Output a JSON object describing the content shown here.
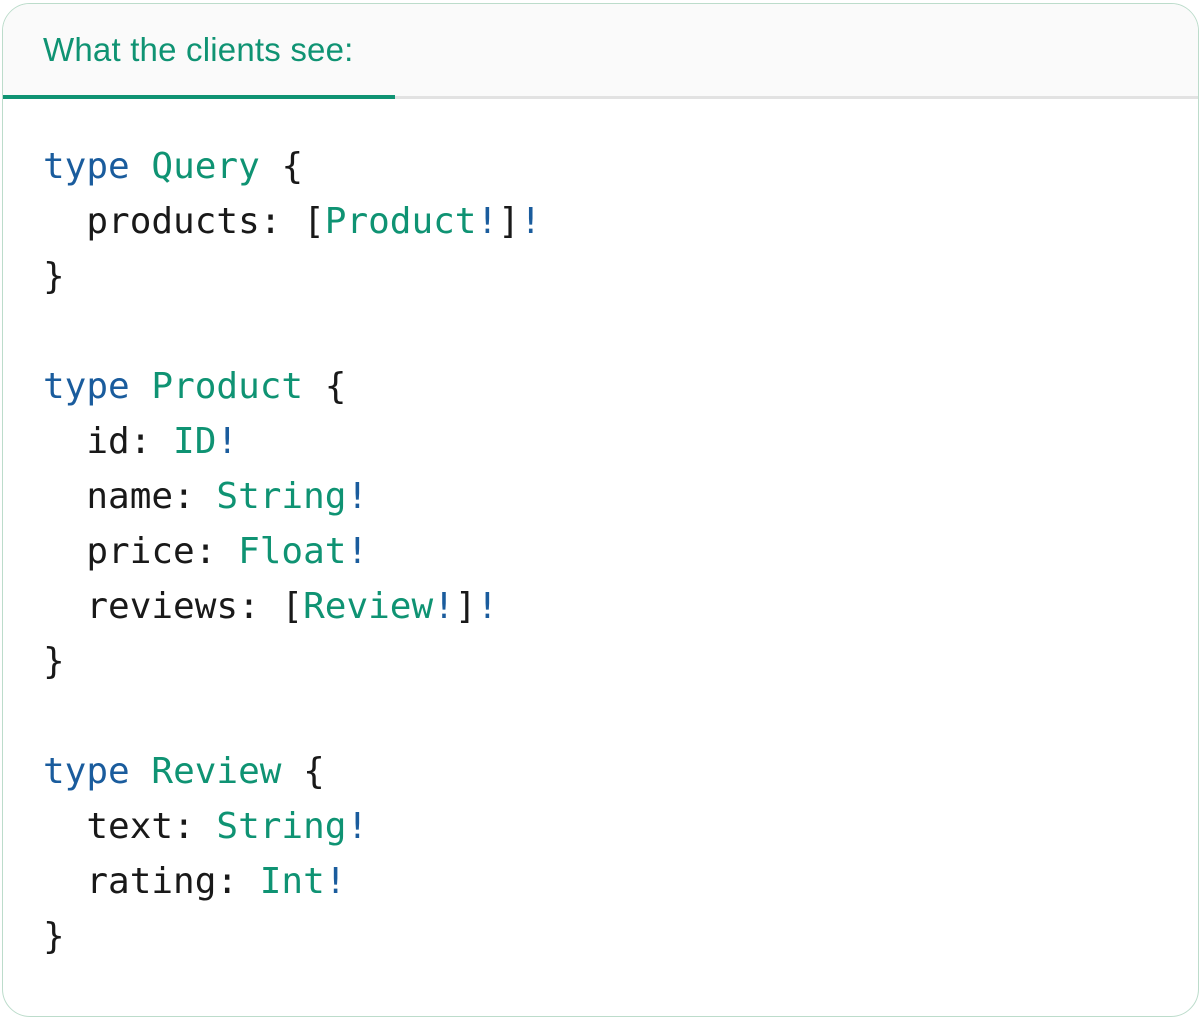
{
  "tab": {
    "label": "What the clients see:"
  },
  "colors": {
    "accent": "#0f9373",
    "keyword": "#1a5c9d",
    "code_text": "#191919",
    "tab_bg": "#fafafa",
    "divider": "#e2e2e2",
    "card_border": "#bcdccb",
    "card_bg": "#ffffff"
  },
  "code": {
    "language": "graphql",
    "lines": [
      {
        "tokens": [
          {
            "text": "type",
            "style": "keyword"
          },
          {
            "text": " ",
            "style": "plain"
          },
          {
            "text": "Query",
            "style": "typename"
          },
          {
            "text": " {",
            "style": "plain"
          }
        ]
      },
      {
        "tokens": [
          {
            "text": "  products: [",
            "style": "plain"
          },
          {
            "text": "Product",
            "style": "typename"
          },
          {
            "text": "!",
            "style": "bang"
          },
          {
            "text": "]",
            "style": "plain"
          },
          {
            "text": "!",
            "style": "bang"
          }
        ]
      },
      {
        "tokens": [
          {
            "text": "}",
            "style": "plain"
          }
        ]
      },
      {
        "tokens": []
      },
      {
        "tokens": [
          {
            "text": "type",
            "style": "keyword"
          },
          {
            "text": " ",
            "style": "plain"
          },
          {
            "text": "Product",
            "style": "typename"
          },
          {
            "text": " {",
            "style": "plain"
          }
        ]
      },
      {
        "tokens": [
          {
            "text": "  id: ",
            "style": "plain"
          },
          {
            "text": "ID",
            "style": "typename"
          },
          {
            "text": "!",
            "style": "bang"
          }
        ]
      },
      {
        "tokens": [
          {
            "text": "  name: ",
            "style": "plain"
          },
          {
            "text": "String",
            "style": "typename"
          },
          {
            "text": "!",
            "style": "bang"
          }
        ]
      },
      {
        "tokens": [
          {
            "text": "  price: ",
            "style": "plain"
          },
          {
            "text": "Float",
            "style": "typename"
          },
          {
            "text": "!",
            "style": "bang"
          }
        ]
      },
      {
        "tokens": [
          {
            "text": "  reviews: [",
            "style": "plain"
          },
          {
            "text": "Review",
            "style": "typename"
          },
          {
            "text": "!",
            "style": "bang"
          },
          {
            "text": "]",
            "style": "plain"
          },
          {
            "text": "!",
            "style": "bang"
          }
        ]
      },
      {
        "tokens": [
          {
            "text": "}",
            "style": "plain"
          }
        ]
      },
      {
        "tokens": []
      },
      {
        "tokens": [
          {
            "text": "type",
            "style": "keyword"
          },
          {
            "text": " ",
            "style": "plain"
          },
          {
            "text": "Review",
            "style": "typename"
          },
          {
            "text": " {",
            "style": "plain"
          }
        ]
      },
      {
        "tokens": [
          {
            "text": "  text: ",
            "style": "plain"
          },
          {
            "text": "String",
            "style": "typename"
          },
          {
            "text": "!",
            "style": "bang"
          }
        ]
      },
      {
        "tokens": [
          {
            "text": "  rating: ",
            "style": "plain"
          },
          {
            "text": "Int",
            "style": "typename"
          },
          {
            "text": "!",
            "style": "bang"
          }
        ]
      },
      {
        "tokens": [
          {
            "text": "}",
            "style": "plain"
          }
        ]
      }
    ]
  }
}
